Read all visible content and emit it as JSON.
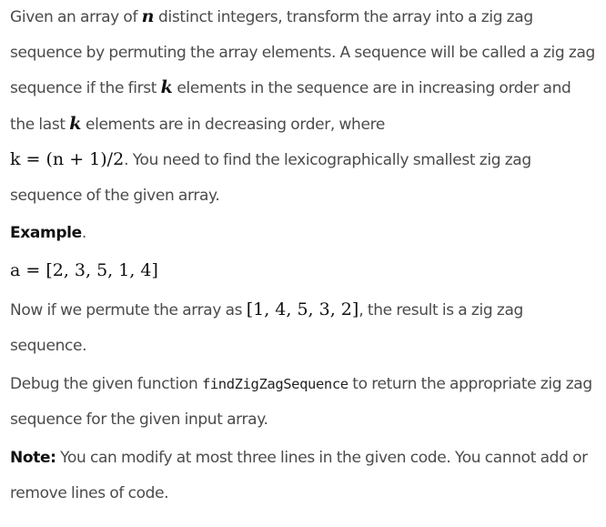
{
  "problem": {
    "intro_1": "Given an array of ",
    "var_n": "n",
    "intro_2": " distinct integers, transform the array into a zig zag sequence by permuting the array elements. A sequence will be called a zig zag sequence if the first ",
    "var_k": "k",
    "intro_3": " elements in the sequence are in increasing order and the last ",
    "var_k2": "k",
    "intro_4": " elements are in decreasing order, where",
    "k_formula": "k = (n + 1)/2",
    "intro_5": ". You need to find the lexicographically smallest zig zag sequence of the given array."
  },
  "example": {
    "heading": "Example",
    "heading_dot": ".",
    "array_formula": "a = [2, 3, 5, 1, 4]",
    "now_1": "Now if we permute the array as ",
    "permuted": "[1, 4, 5, 3, 2]",
    "now_2": ", the result is a zig zag sequence."
  },
  "debug": {
    "text_1": "Debug the given function ",
    "function_name": "findZigZagSequence",
    "text_2": " to return the appropriate zig zag sequence for the given input array."
  },
  "note": {
    "label": "Note:",
    "text": " You can modify at most three lines in the given code. You cannot add or remove lines of code."
  }
}
